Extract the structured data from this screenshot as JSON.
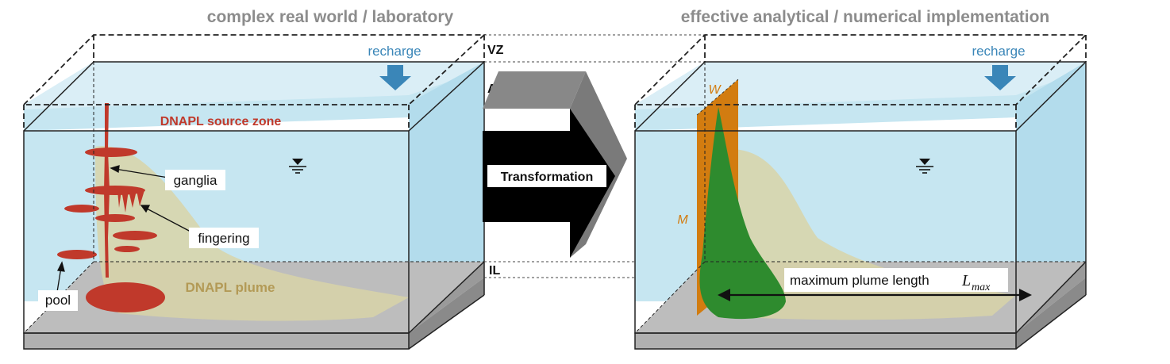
{
  "titles": {
    "left": "complex real world / laboratory",
    "right": "effective analytical / numerical implementation"
  },
  "layers": {
    "vz": "VZ",
    "aq": "AQ",
    "il": "IL"
  },
  "arrow_label": "Transformation",
  "left_box": {
    "recharge": "recharge",
    "source_zone": "DNAPL source zone",
    "ganglia": "ganglia",
    "fingering": "fingering",
    "pool": "pool",
    "plume": "DNAPL plume"
  },
  "right_box": {
    "recharge": "recharge",
    "w_label": "W",
    "m_label": "M",
    "length_label": "maximum plume length",
    "lmax_symbol": "L",
    "lmax_subscript": "max"
  },
  "colors": {
    "water": "#c6e6f1",
    "vadose": "#ffffff",
    "impermeable": "#bdbdbd",
    "dnapl": "#c0392b",
    "plume": "#d8d3a8",
    "source_plane": "#d27c10",
    "green_plume": "#2e8b2e",
    "recharge_arrow": "#3a86b8"
  },
  "icons": [
    "water-table-icon",
    "recharge-arrow-icon",
    "transformation-arrow-icon"
  ]
}
